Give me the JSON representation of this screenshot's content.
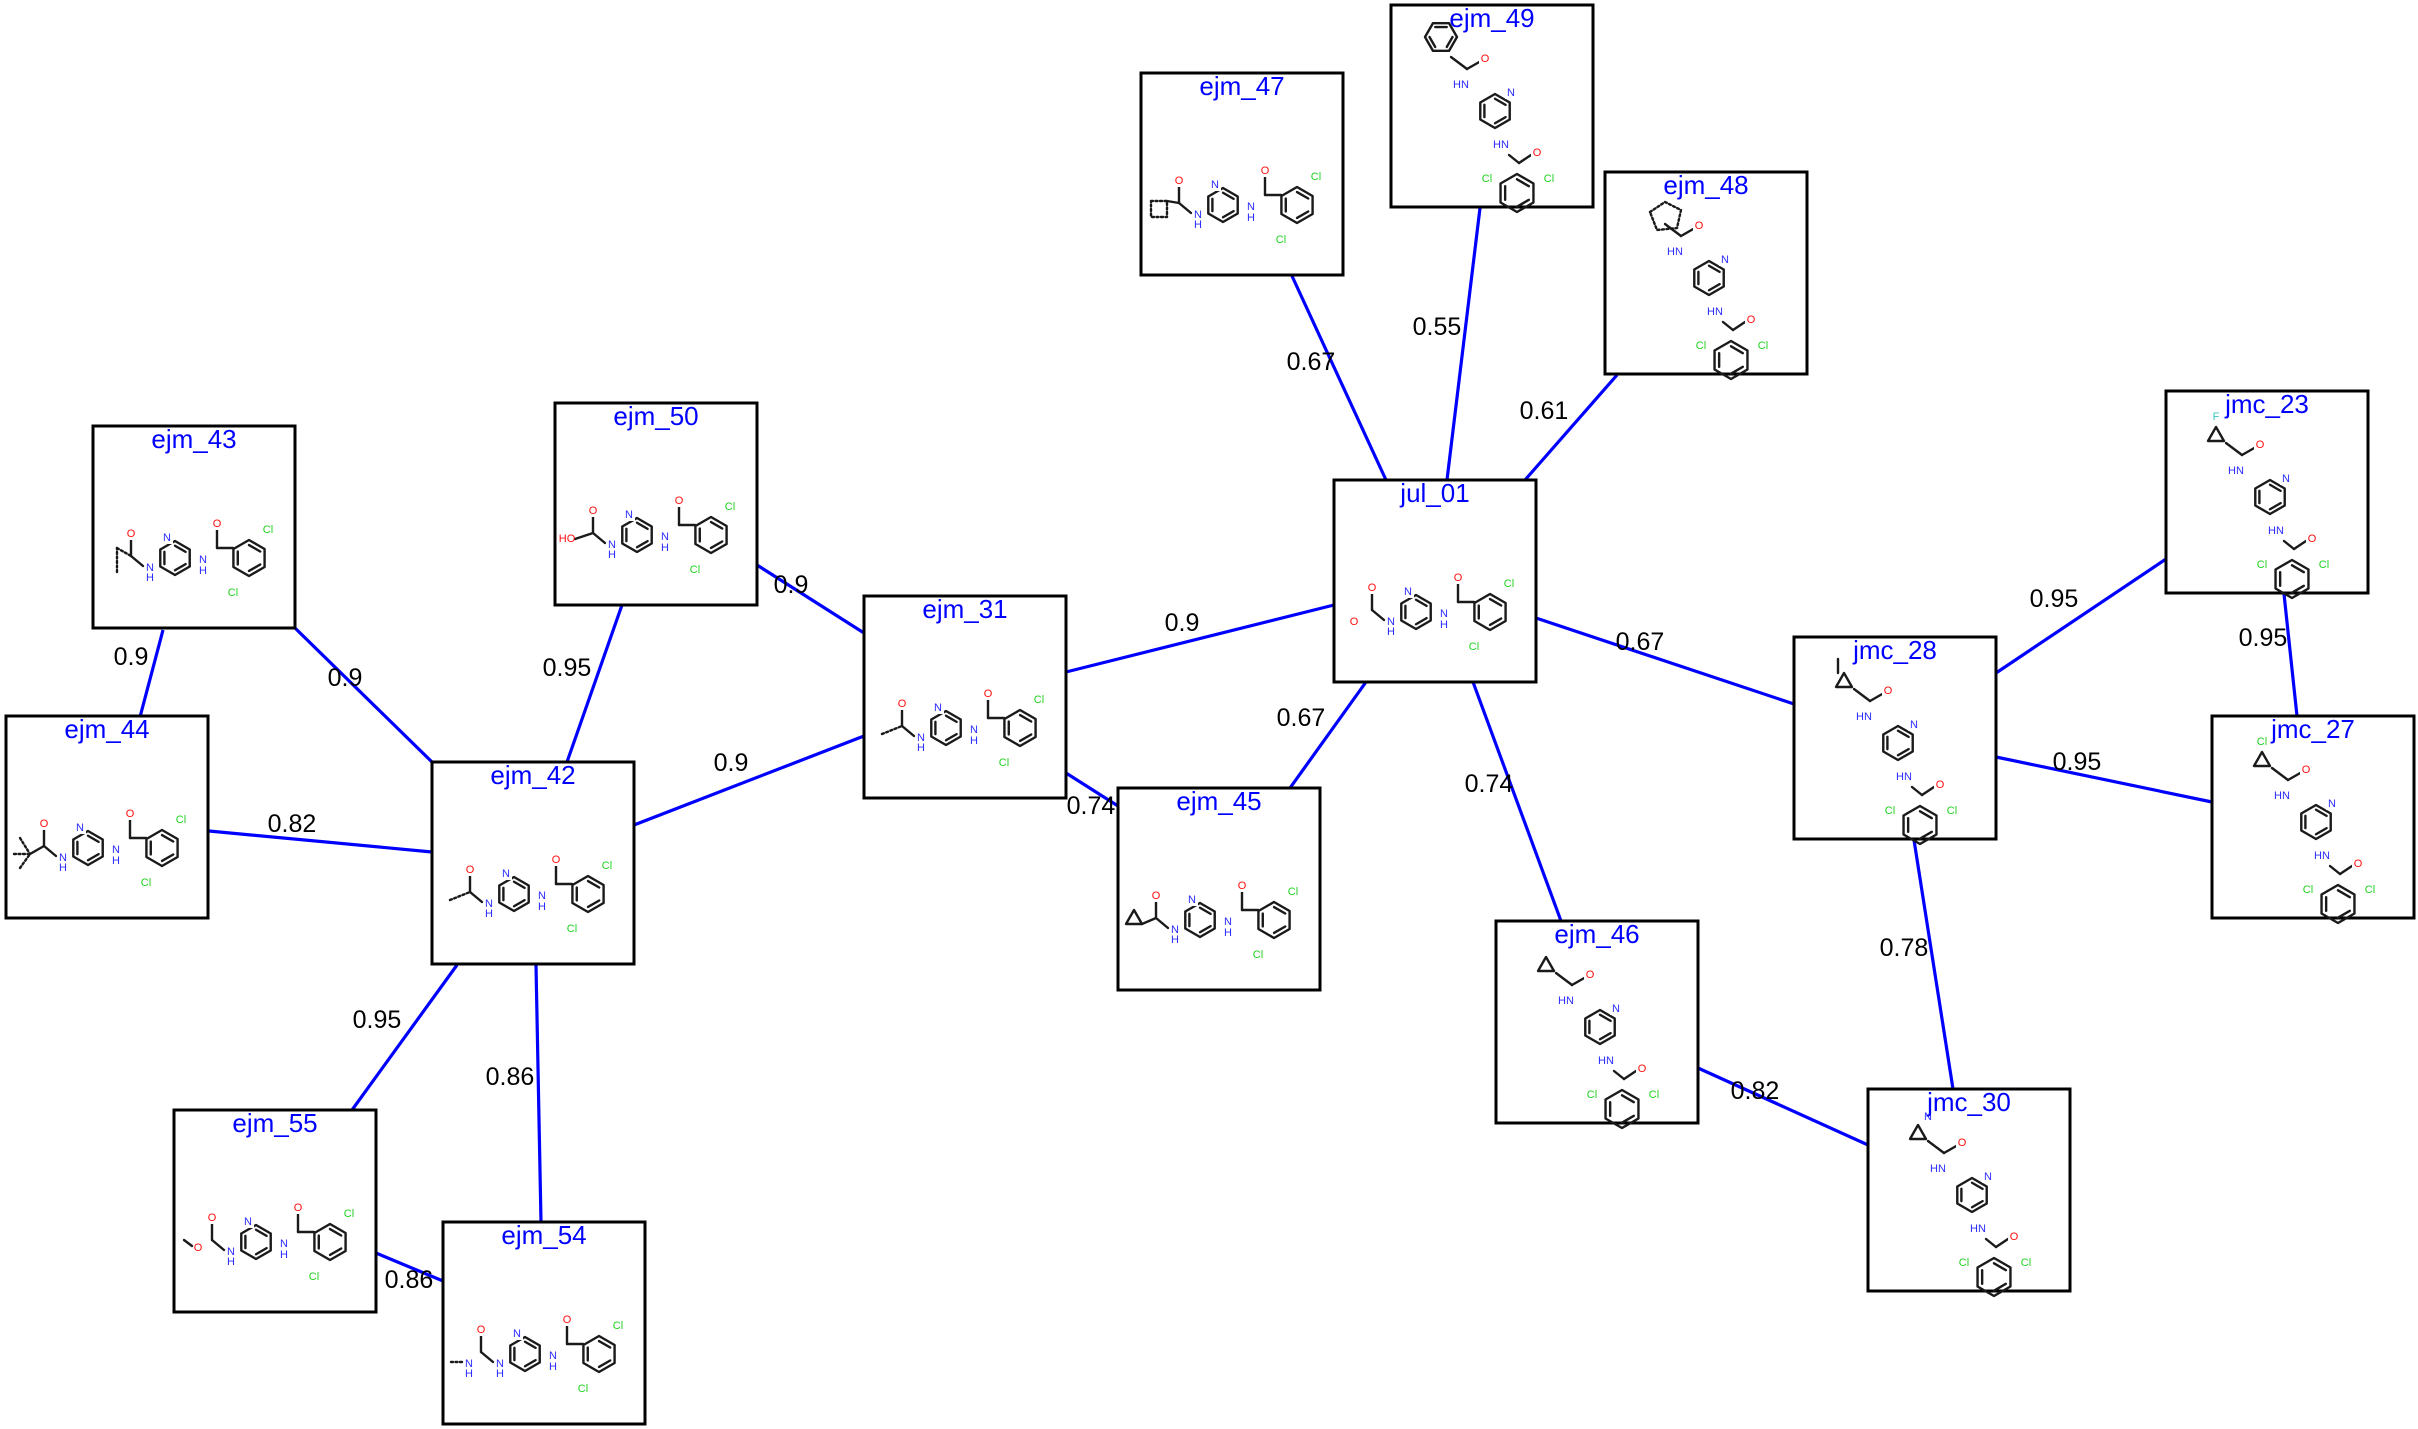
{
  "diagram": {
    "type": "molecular-similarity-network",
    "colors": {
      "edge": "#0000ff",
      "node_title": "#0000ff",
      "node_border": "#000000",
      "label": "#000000",
      "nitrogen": "#2b2bff",
      "oxygen": "#ff0d0d",
      "chlorine": "#1fd31f",
      "fluorine": "#38c4c4"
    },
    "nodes": [
      {
        "id": "jul_01",
        "label": "jul_01",
        "structure": "formamido-pyridyl dichlorobenzamide",
        "orientation": "h"
      },
      {
        "id": "ejm_31",
        "label": "ejm_31",
        "structure": "acetamido-pyridyl dichlorobenzamide",
        "orientation": "h"
      },
      {
        "id": "ejm_42",
        "label": "ejm_42",
        "structure": "propanamido-pyridyl dichlorobenzamide",
        "orientation": "h"
      },
      {
        "id": "ejm_43",
        "label": "ejm_43",
        "structure": "isobutyramido-pyridyl dichlorobenzamide",
        "orientation": "h"
      },
      {
        "id": "ejm_44",
        "label": "ejm_44",
        "structure": "pivalamido-pyridyl dichlorobenzamide",
        "orientation": "h"
      },
      {
        "id": "ejm_50",
        "label": "ejm_50",
        "structure": "hydroxyacetamido-pyridyl dichlorobenzamide",
        "orientation": "h"
      },
      {
        "id": "ejm_55",
        "label": "ejm_55",
        "structure": "methyl-carbamate pyridyl dichlorobenzamide",
        "orientation": "h"
      },
      {
        "id": "ejm_54",
        "label": "ejm_54",
        "structure": "ethylurea pyridyl dichlorobenzamide",
        "orientation": "h"
      },
      {
        "id": "ejm_45",
        "label": "ejm_45",
        "structure": "cyclopropylacetamido-pyridyl dichlorobenzamide",
        "orientation": "h"
      },
      {
        "id": "ejm_47",
        "label": "ejm_47",
        "structure": "cyclobutanecarboxamido-pyridyl dichlorobenzamide",
        "orientation": "h"
      },
      {
        "id": "ejm_49",
        "label": "ejm_49",
        "structure": "benzamido-pyridyl dichlorobenzamide",
        "orientation": "v"
      },
      {
        "id": "ejm_48",
        "label": "ejm_48",
        "structure": "cyclopentanecarboxamido-pyridyl dichlorobenzamide",
        "orientation": "v"
      },
      {
        "id": "ejm_46",
        "label": "ejm_46",
        "structure": "cyclopropanecarboxamido-pyridyl dichlorobenzamide",
        "orientation": "v"
      },
      {
        "id": "jmc_28",
        "label": "jmc_28",
        "structure": "methylcyclopropanecarboxamido-pyridyl dichlorobenzamide",
        "orientation": "v"
      },
      {
        "id": "jmc_23",
        "label": "jmc_23",
        "structure": "fluorocyclopropanecarboxamido-pyridyl dichlorobenzamide",
        "orientation": "v"
      },
      {
        "id": "jmc_27",
        "label": "jmc_27",
        "structure": "chlorocyclopropanecarboxamido-pyridyl dichlorobenzamide",
        "orientation": "v"
      },
      {
        "id": "jmc_30",
        "label": "jmc_30",
        "structure": "cyanocyclopropanecarboxamido-pyridyl dichlorobenzamide",
        "orientation": "v"
      }
    ],
    "edges": [
      {
        "source": "ejm_43",
        "target": "ejm_44",
        "label": "0.9"
      },
      {
        "source": "ejm_43",
        "target": "ejm_42",
        "label": "0.9"
      },
      {
        "source": "ejm_44",
        "target": "ejm_42",
        "label": "0.82"
      },
      {
        "source": "ejm_50",
        "target": "ejm_42",
        "label": "0.95"
      },
      {
        "source": "ejm_50",
        "target": "ejm_31",
        "label": "0.9"
      },
      {
        "source": "ejm_42",
        "target": "ejm_31",
        "label": "0.9"
      },
      {
        "source": "ejm_42",
        "target": "ejm_55",
        "label": "0.95"
      },
      {
        "source": "ejm_42",
        "target": "ejm_54",
        "label": "0.86"
      },
      {
        "source": "ejm_55",
        "target": "ejm_54",
        "label": "0.86"
      },
      {
        "source": "ejm_31",
        "target": "jul_01",
        "label": "0.9"
      },
      {
        "source": "ejm_31",
        "target": "ejm_45",
        "label": "0.74"
      },
      {
        "source": "ejm_45",
        "target": "jul_01",
        "label": "0.67"
      },
      {
        "source": "ejm_47",
        "target": "jul_01",
        "label": "0.67"
      },
      {
        "source": "ejm_49",
        "target": "jul_01",
        "label": "0.55"
      },
      {
        "source": "ejm_48",
        "target": "jul_01",
        "label": "0.61"
      },
      {
        "source": "jul_01",
        "target": "jmc_28",
        "label": "0.67"
      },
      {
        "source": "jul_01",
        "target": "ejm_46",
        "label": "0.74"
      },
      {
        "source": "ejm_46",
        "target": "jmc_30",
        "label": "0.82"
      },
      {
        "source": "jmc_28",
        "target": "jmc_30",
        "label": "0.78"
      },
      {
        "source": "jmc_28",
        "target": "jmc_23",
        "label": "0.95"
      },
      {
        "source": "jmc_28",
        "target": "jmc_27",
        "label": "0.95"
      },
      {
        "source": "jmc_23",
        "target": "jmc_27",
        "label": "0.95"
      }
    ]
  }
}
